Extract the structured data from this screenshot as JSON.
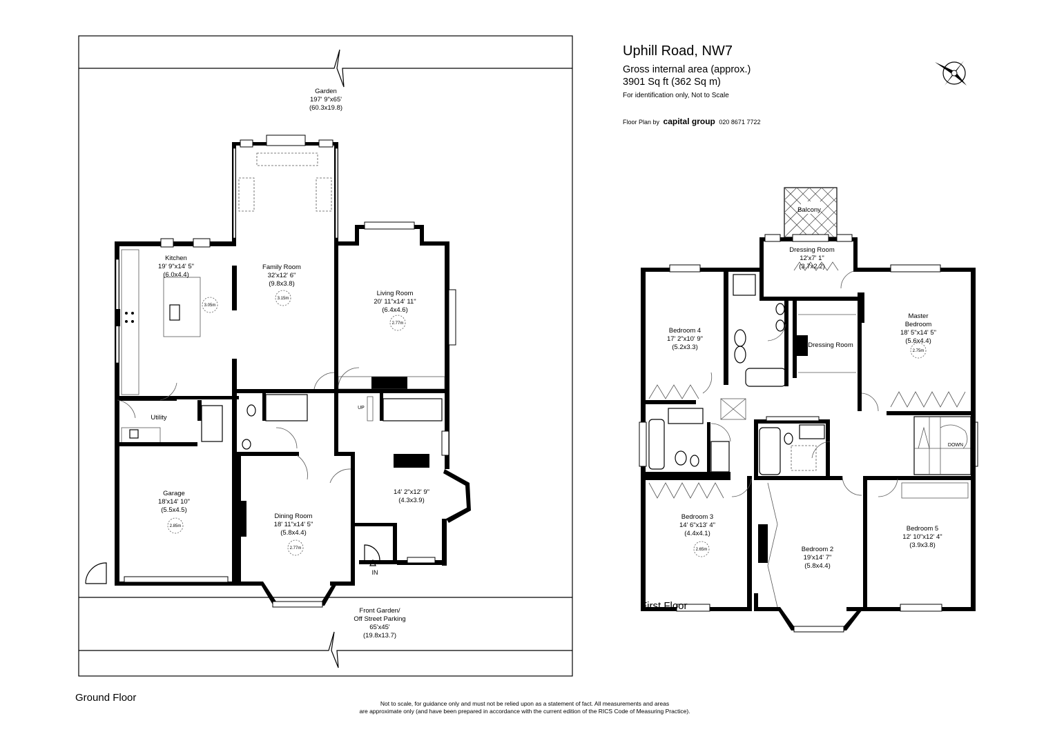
{
  "header": {
    "title": "Uphill Road, NW7",
    "area_label": "Gross internal area (approx.)",
    "area_value": "3901 Sq ft (362 Sq m)",
    "note": "For identification only, Not to Scale",
    "credit_prefix": "Floor Plan by",
    "credit_brand": "capital group",
    "credit_phone": "020 8671 7722"
  },
  "ground_floor": {
    "label": "Ground Floor",
    "garden": {
      "name": "Garden",
      "size": "197' 9\"x65'",
      "metric": "(60.3x19.8)"
    },
    "kitchen": {
      "name": "Kitchen",
      "size": "19' 9\"x14' 5\"",
      "metric": "(6.0x4.4)",
      "height": "3.05m"
    },
    "family_room": {
      "name": "Family Room",
      "size": "32'x12' 6\"",
      "metric": "(9.8x3.8)",
      "height": "3.15m"
    },
    "living_room": {
      "name": "Living Room",
      "size": "20' 11\"x14' 11\"",
      "metric": "(6.4x4.6)",
      "height": "2.77m"
    },
    "utility": {
      "name": "Utility"
    },
    "garage": {
      "name": "Garage",
      "size": "18'x14' 10\"",
      "metric": "(5.5x4.5)",
      "height": "2.85m"
    },
    "dining_room": {
      "name": "Dining Room",
      "size": "18' 11\"x14' 5\"",
      "metric": "(5.8x4.4)",
      "height": "2.77m"
    },
    "hall": {
      "size": "14' 2\"x12' 9\"",
      "metric": "(4.3x3.9)"
    },
    "stairs_up": "UP",
    "entrance": "IN",
    "front_garden": {
      "name": "Front Garden/",
      "name2": "Off Street Parking",
      "size": "65'x45'",
      "metric": "(19.8x13.7)"
    }
  },
  "first_floor": {
    "label": "First Floor",
    "balcony": {
      "name": "Balcony"
    },
    "dressing_room_top": {
      "name": "Dressing Room",
      "size": "12'x7' 1\"",
      "metric": "(3.7x2.2)"
    },
    "bedroom4": {
      "name": "Bedroom 4",
      "size": "17' 2\"x10' 9\"",
      "metric": "(5.2x3.3)"
    },
    "dressing_room": {
      "name": "Dressing Room"
    },
    "master": {
      "name": "Master",
      "name2": "Bedroom",
      "size": "18' 5\"x14' 5\"",
      "metric": "(5.6x4.4)",
      "height": "2.75m"
    },
    "stairs_down": "DOWN",
    "bedroom3": {
      "name": "Bedroom 3",
      "size": "14' 6\"x13' 4\"",
      "metric": "(4.4x4.1)",
      "height": "2.65m"
    },
    "bedroom2": {
      "name": "Bedroom 2",
      "size": "19'x14' 7\"",
      "metric": "(5.8x4.4)"
    },
    "bedroom5": {
      "name": "Bedroom 5",
      "size": "12' 10\"x12' 4\"",
      "metric": "(3.9x3.8)"
    }
  },
  "disclaimer": {
    "line1": "Not to scale, for guidance only and must not be relied upon as a statement of fact.  All measurements and areas",
    "line2": "are approximate only (and have been prepared in accordance with the current edition of the RICS Code of Measuring Practice)."
  }
}
